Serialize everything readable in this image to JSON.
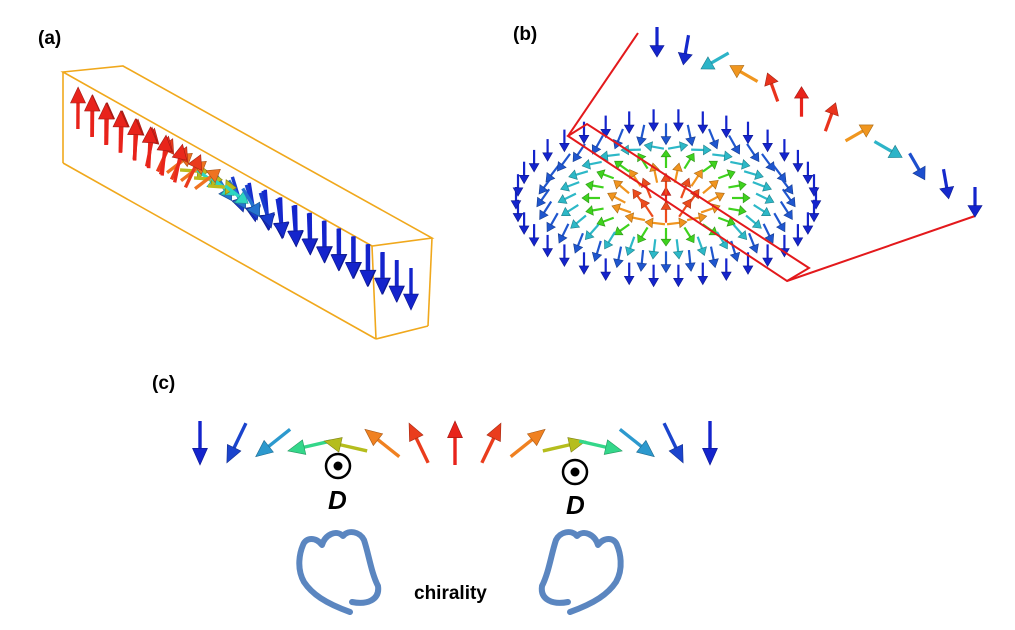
{
  "panels": {
    "a": {
      "label": "(a)"
    },
    "b": {
      "label": "(b)"
    },
    "c": {
      "label": "(c)"
    }
  },
  "annotations": {
    "dmi_left": "D",
    "dmi_right": "D",
    "chirality": "chirality"
  },
  "colors": {
    "up": "#e8231b",
    "orange": "#f07a22",
    "yellow": "#f0b21c",
    "green": "#3fd21e",
    "cyan": "#2fd9c0",
    "teal": "#2b8fd0",
    "down": "#1424cc",
    "box_a": "#f0a81c",
    "box_b": "#e3191c",
    "hand": "#5b86c0"
  }
}
